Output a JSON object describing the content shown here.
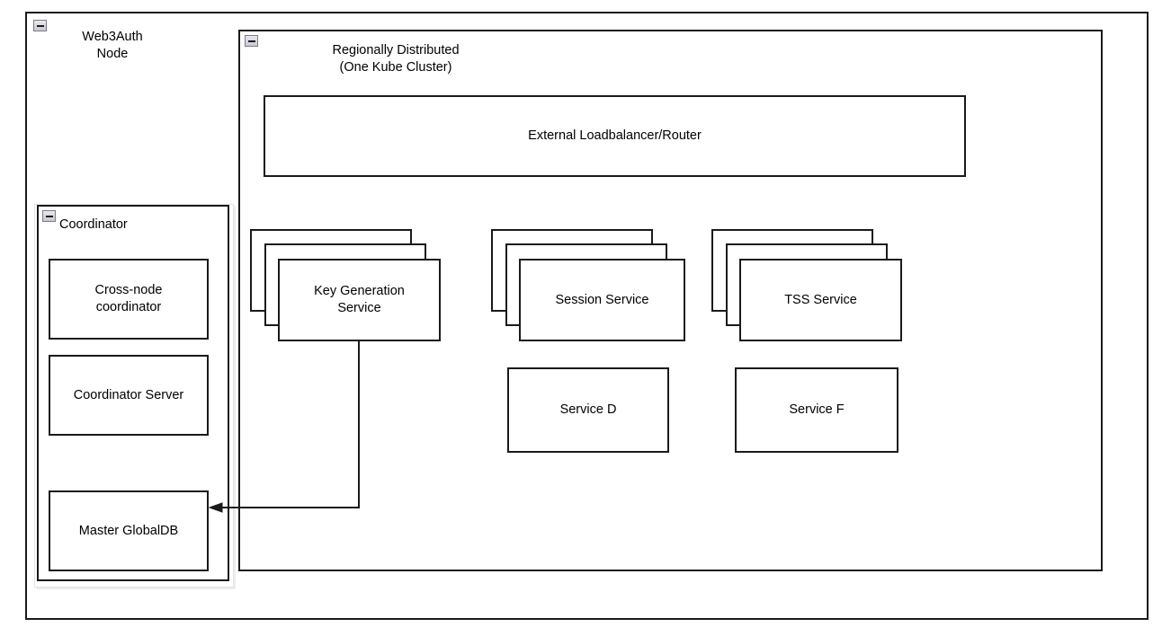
{
  "diagram": {
    "type": "architecture-diagram",
    "background_color": "#ffffff",
    "stroke_color": "#1a1a1a",
    "fill_color": "#ffffff",
    "text_color": "#000000"
  },
  "containers": {
    "node": {
      "title": "Web3Auth\nNode",
      "collapse_icon": "minus-icon"
    },
    "region": {
      "title": "Regionally Distributed\n(One Kube Cluster)",
      "collapse_icon": "minus-icon"
    },
    "coordinator": {
      "title": "Coordinator",
      "collapse_icon": "minus-icon"
    }
  },
  "nodes": {
    "loadbalancer": {
      "label": "External Loadbalancer/Router"
    },
    "key_generation_service": {
      "label": "Key Generation\nService",
      "instances": 3
    },
    "session_service": {
      "label": "Session Service",
      "instances": 3
    },
    "tss_service": {
      "label": "TSS Service",
      "instances": 3
    },
    "service_d": {
      "label": "Service D"
    },
    "service_f": {
      "label": "Service F"
    },
    "cross_node_coordinator": {
      "label": "Cross-node\ncoordinator"
    },
    "coordinator_server": {
      "label": "Coordinator Server"
    },
    "master_globaldb": {
      "label": "Master GlobalDB"
    }
  },
  "connections": [
    {
      "from": "key_generation_service",
      "to": "master_globaldb",
      "arrow": "single",
      "style": "orthogonal"
    }
  ]
}
